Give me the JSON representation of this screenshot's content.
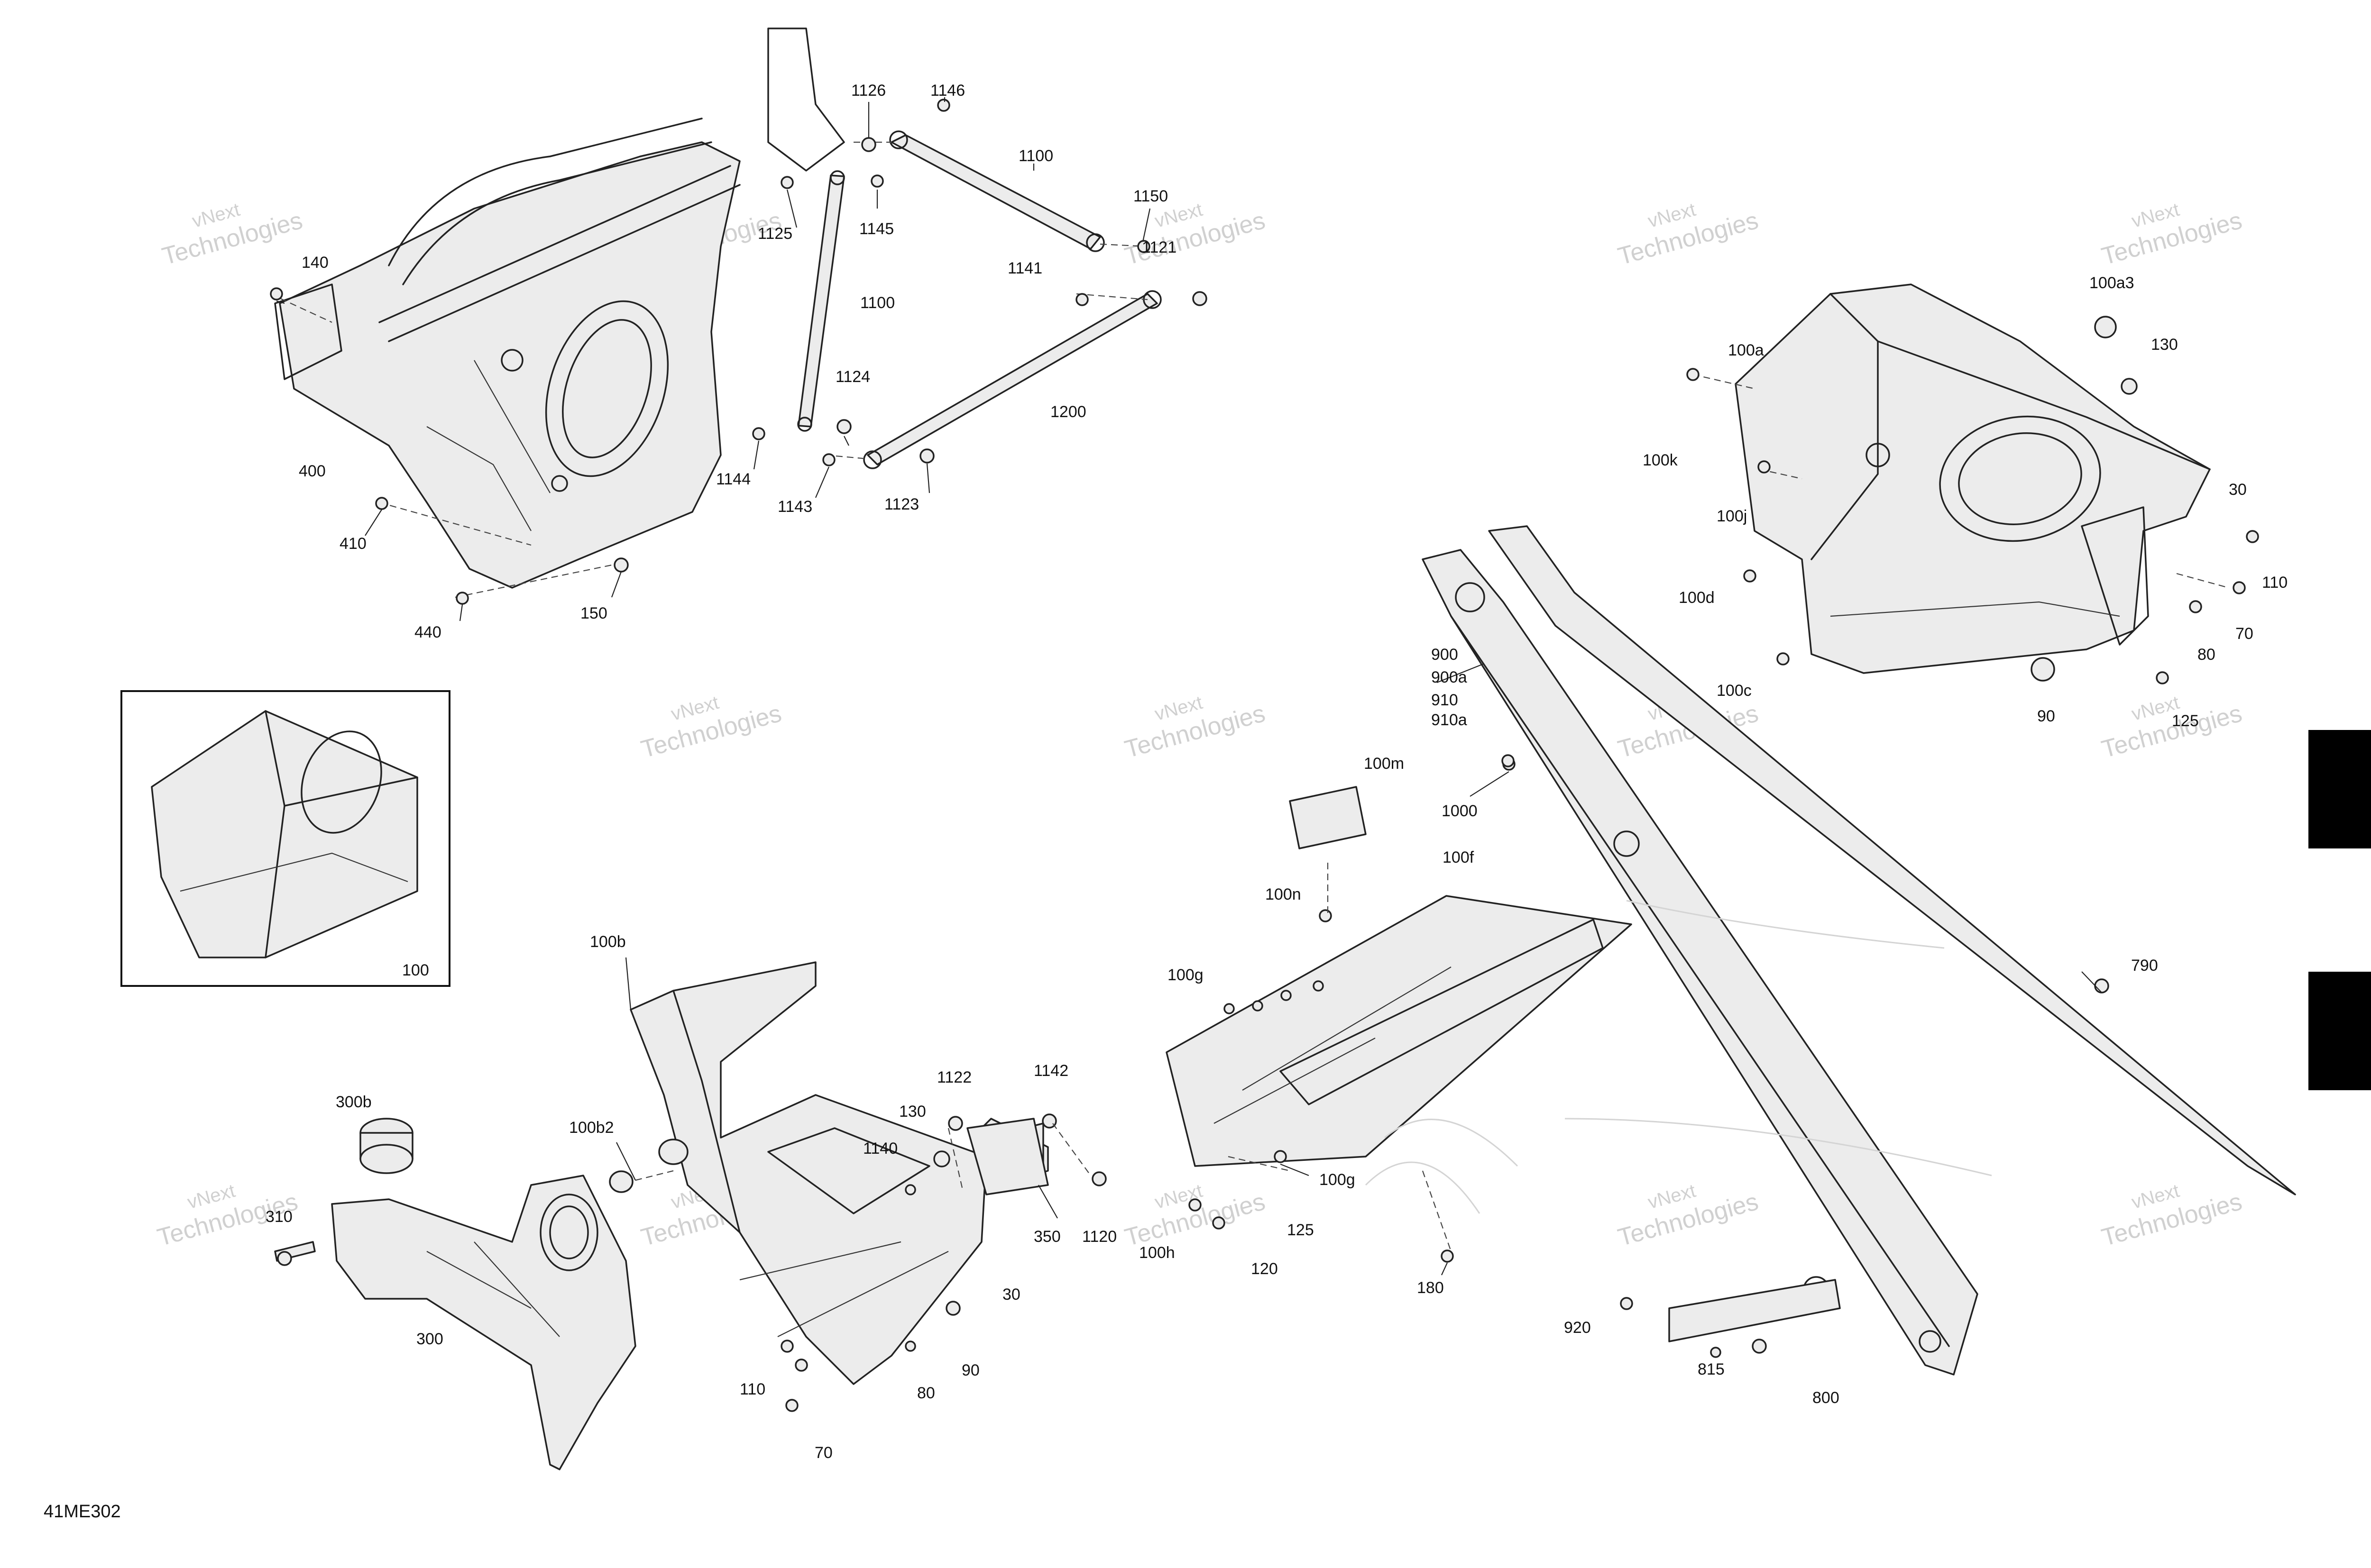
{
  "diagram_code": "41ME302",
  "watermark_lines": [
    "vNext",
    "Technologies",
    "vNext Technologies"
  ],
  "inset_label": "100",
  "colors": {
    "ink": "#111111",
    "fill": "#ececec",
    "watermark": "#c8c8c8",
    "tab": "#000000"
  },
  "part_labels": {
    "p1126": "1126",
    "p1146": "1146",
    "p1100_top": "1100",
    "p1150": "1150",
    "p1121": "1121",
    "p1125": "1125",
    "p1145": "1145",
    "p1100_mid": "1100",
    "p1141": "1141",
    "p1124": "1124",
    "p1200": "1200",
    "p1144": "1144",
    "p1143": "1143",
    "p1123": "1123",
    "p140": "140",
    "p400": "400",
    "p410": "410",
    "p440": "440",
    "p150": "150",
    "p100a3": "100a3",
    "p100a": "100a",
    "p130_tr": "130",
    "p100k": "100k",
    "p100j": "100j",
    "p30_tr": "30",
    "p110_tr": "110",
    "p100d": "100d",
    "p70_tr": "70",
    "p80_tr": "80",
    "p100c": "100c",
    "p90_tr": "90",
    "p125_tr": "125",
    "p900": "900",
    "p900a": "900a",
    "p910": "910",
    "p910a": "910a",
    "p1000": "1000",
    "p100m": "100m",
    "p100f": "100f",
    "p100n": "100n",
    "p100g_a": "100g",
    "p790": "790",
    "p100g_b": "100g",
    "p125_mid": "125",
    "p100h": "100h",
    "p120": "120",
    "p180": "180",
    "p920": "920",
    "p815": "815",
    "p800": "800",
    "p100b": "100b",
    "p300b": "300b",
    "p100b2": "100b2",
    "p310": "310",
    "p300": "300",
    "p1122": "1122",
    "p1142": "1142",
    "p130_bl": "130",
    "p1140": "1140",
    "p350": "350",
    "p1120": "1120",
    "p30_bl": "30",
    "p110_bl": "110",
    "p80_bl": "80",
    "p90_bl": "90",
    "p70_bl": "70"
  }
}
